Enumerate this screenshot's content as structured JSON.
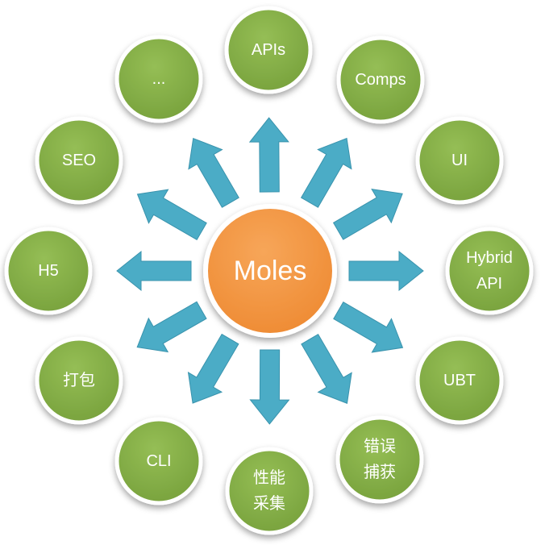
{
  "center": {
    "label": "Moles",
    "color": "#F39A45"
  },
  "node_color": "#86B048",
  "arrow_color": "#4BACC6",
  "nodes": [
    {
      "id": "apis",
      "lines": [
        "APIs"
      ]
    },
    {
      "id": "comps",
      "lines": [
        "Comps"
      ]
    },
    {
      "id": "ui",
      "lines": [
        "UI"
      ]
    },
    {
      "id": "hybrid-api",
      "lines": [
        "Hybrid",
        "API"
      ]
    },
    {
      "id": "ubt",
      "lines": [
        "UBT"
      ]
    },
    {
      "id": "error-capture",
      "lines": [
        "错误",
        "捕获"
      ]
    },
    {
      "id": "perf-collect",
      "lines": [
        "性能",
        "采集"
      ]
    },
    {
      "id": "cli",
      "lines": [
        "CLI"
      ]
    },
    {
      "id": "packaging",
      "lines": [
        "打包"
      ]
    },
    {
      "id": "h5",
      "lines": [
        "H5"
      ]
    },
    {
      "id": "seo",
      "lines": [
        "SEO"
      ]
    },
    {
      "id": "more",
      "lines": [
        "..."
      ]
    }
  ]
}
